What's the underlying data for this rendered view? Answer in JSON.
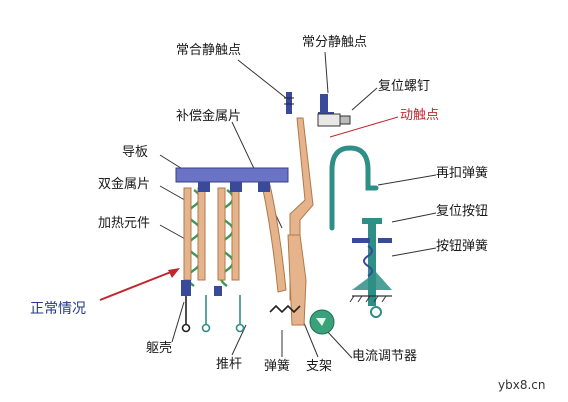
{
  "labels": {
    "normally_closed_contact": "常合静触点",
    "normally_open_contact": "常分静触点",
    "reset_screw": "复位螺钉",
    "compensation_strip": "补偿金属片",
    "moving_contact": "动触点",
    "guide_plate": "导板",
    "bimetal_strip": "双金属片",
    "relatch_spring": "再扣弹簧",
    "heating_element": "加热元件",
    "reset_button": "复位按钮",
    "button_spring": "按钮弹簧",
    "normal_state": "正常情况",
    "housing": "躯壳",
    "push_rod": "推杆",
    "spring": "弹簧",
    "bracket": "支架",
    "current_regulator": "电流调节器"
  },
  "watermark": "ybx8.cn",
  "colors": {
    "guide_plate": "#6a73c4",
    "strip": "#e6b48c",
    "contact": "#3a4a9a",
    "spring": "#3a9a5a",
    "teal": "#2e8f86",
    "leader": "#333333",
    "red": "#c0262e"
  }
}
